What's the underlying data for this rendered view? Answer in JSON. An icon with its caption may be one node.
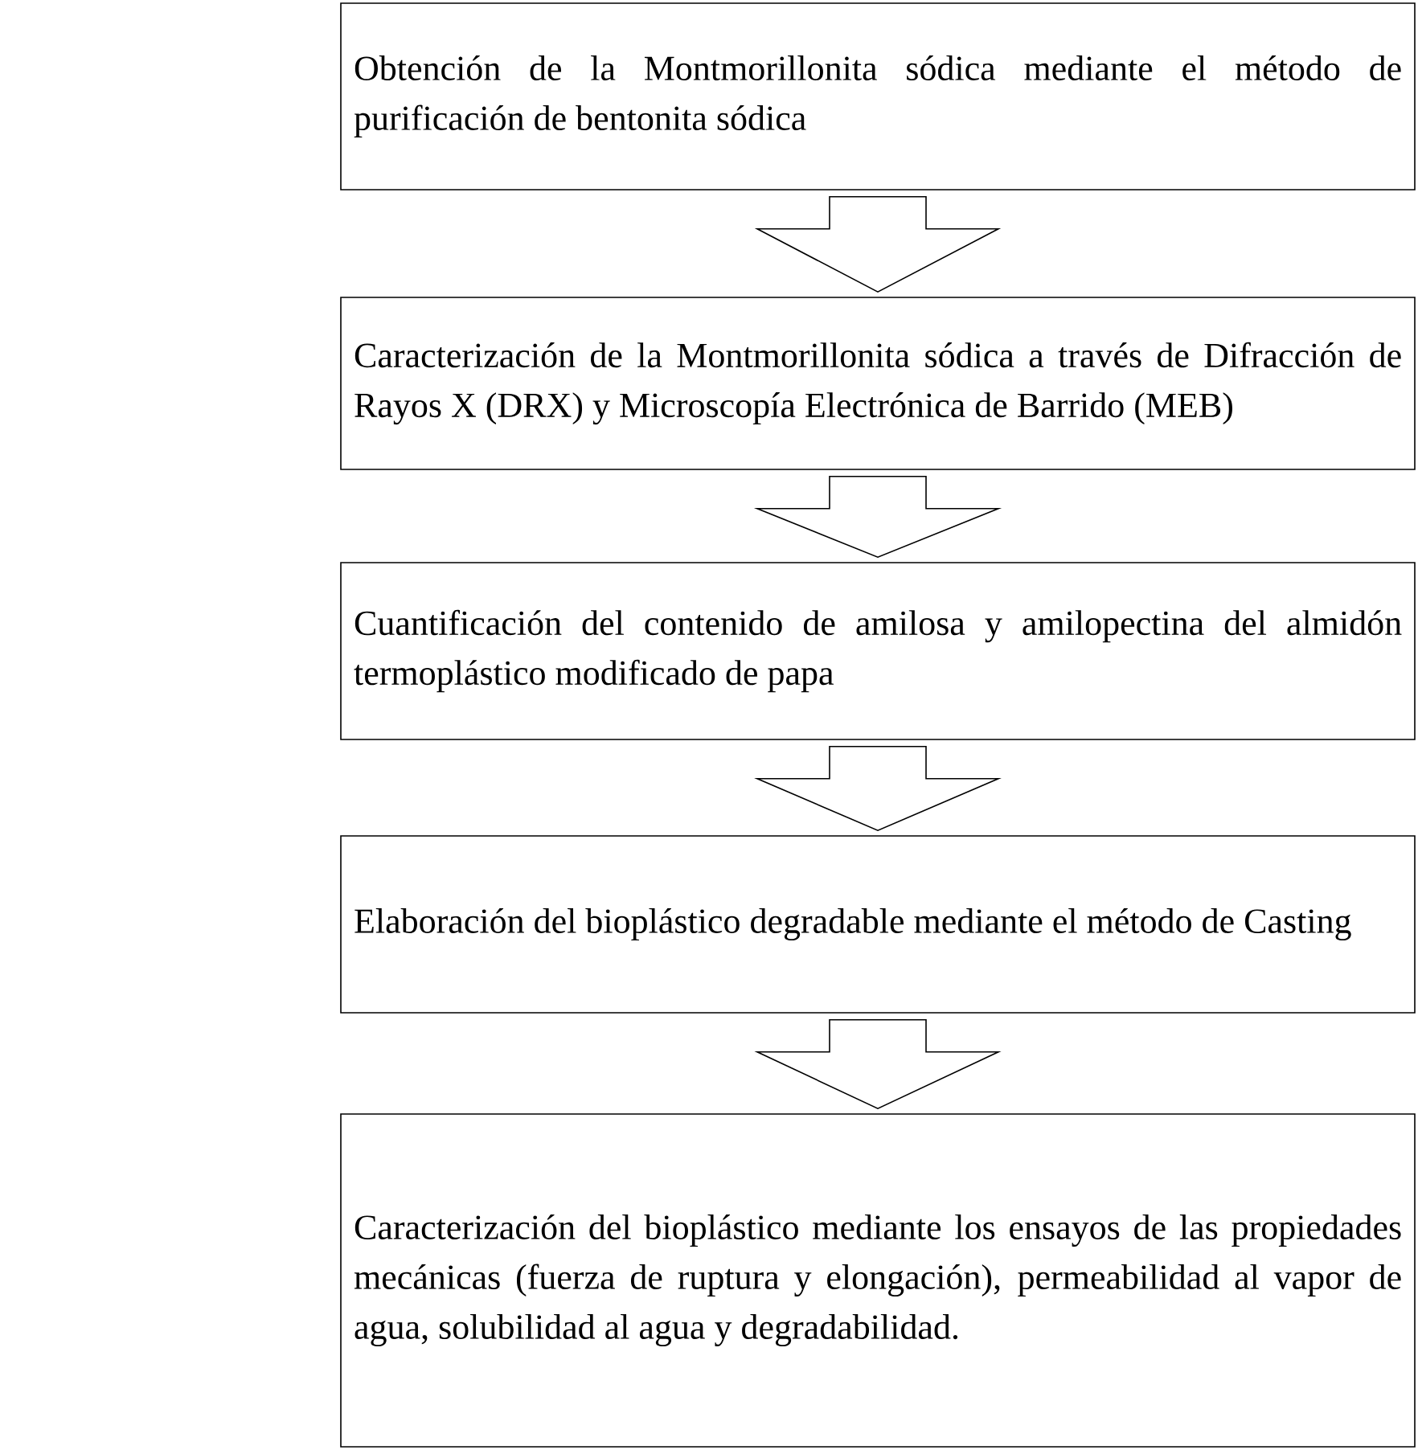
{
  "diagram": {
    "nodes": [
      {
        "text": [
          "Obtención de la Montmorillonita sódica mediante el método de purificación de bentonita sódica"
        ]
      },
      {
        "text": [
          "Caracterización de la Montmorillonita sódica a través de Difracción de Rayos X (DRX) y Microscopía Electrónica de Barrido (MEB)"
        ]
      },
      {
        "text": [
          "Cuantificación del contenido de amilosa y amilopectina del almidón termoplástico modificado de papa"
        ]
      },
      {
        "text": [
          "Elaboración del bioplástico degradable mediante el método de Casting"
        ]
      },
      {
        "text": [
          "Caracterización del bioplástico mediante los ensayos de las propiedades mecánicas (fuerza de ruptura y elongación), permeabilidad al vapor de agua, solubilidad al agua y degradabilidad."
        ]
      }
    ],
    "edges": [
      {
        "from": 0,
        "to": 1,
        "arrow": "to"
      },
      {
        "from": 1,
        "to": 2,
        "arrow": "to"
      },
      {
        "from": 2,
        "to": 3,
        "arrow": "to"
      },
      {
        "from": 3,
        "to": 4,
        "arrow": "to"
      }
    ]
  }
}
